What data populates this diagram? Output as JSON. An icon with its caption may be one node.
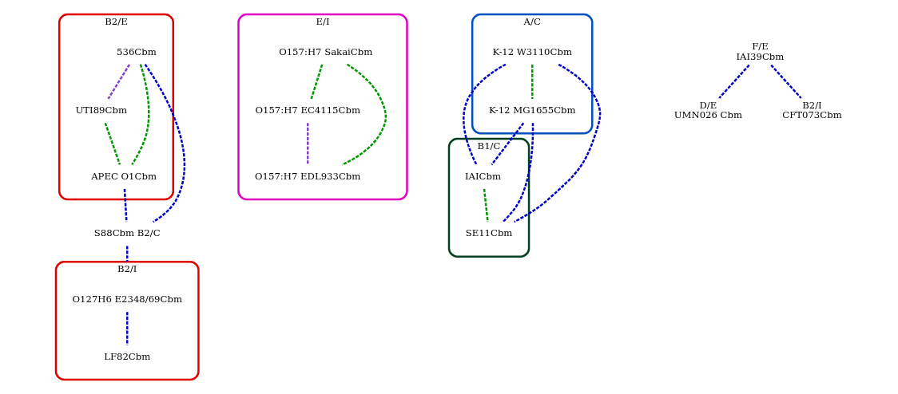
{
  "diagram": {
    "nodes": [
      {
        "text": [
          "B2/E"
        ]
      },
      {
        "text": [
          "536Cbm"
        ],
        "in": 0
      },
      {
        "text": [
          "UTI89Cbm"
        ],
        "in": 0
      },
      {
        "text": [
          "APEC O1Cbm"
        ],
        "in": 0
      },
      {
        "text": [
          "E/I"
        ]
      },
      {
        "text": [
          "O157:H7 SakaiCbm"
        ],
        "in": 4
      },
      {
        "text": [
          "O157:H7 EC4115Cbm"
        ],
        "in": 4
      },
      {
        "text": [
          "O157:H7 EDL933Cbm"
        ],
        "in": 4
      },
      {
        "text": [
          "S88Cbm B2/C"
        ]
      },
      {
        "text": [
          "B2/I"
        ]
      },
      {
        "text": [
          "O127H6 E2348/69Cbm"
        ],
        "in": 9
      },
      {
        "text": [
          "LF82Cbm"
        ],
        "in": 9
      },
      {
        "text": [
          "A/C"
        ]
      },
      {
        "text": [
          "K-12 W3110Cbm"
        ],
        "in": 12
      },
      {
        "text": [
          "K-12 MG1655Cbm"
        ],
        "in": 12
      },
      {
        "text": [
          "B1/C"
        ]
      },
      {
        "text": [
          "IAICbm"
        ],
        "in": 15
      },
      {
        "text": [
          "SE11Cbm"
        ],
        "in": 15
      },
      {
        "text": [
          "F/E",
          "IAI39Cbm"
        ]
      },
      {
        "text": [
          "D/E",
          "UMN026 Cbm"
        ]
      },
      {
        "text": [
          "B2/I",
          "CFT073Cbm"
        ]
      }
    ],
    "edges": [
      {
        "from": 1,
        "to": 2,
        "arrow": "none",
        "style": "dashed",
        "color": "#8040c8"
      },
      {
        "from": 1,
        "to": 3,
        "arrow": "none",
        "style": "dashed",
        "color": "#009900"
      },
      {
        "from": 2,
        "to": 3,
        "arrow": "none",
        "style": "dashed",
        "color": "#009900"
      },
      {
        "from": 1,
        "to": 8,
        "arrow": "none",
        "style": "dashed"
      },
      {
        "from": 3,
        "to": 8,
        "arrow": "none",
        "style": "dashed"
      },
      {
        "from": 8,
        "to": 9,
        "arrow": "none",
        "style": "dashed"
      },
      {
        "from": 10,
        "to": 11,
        "arrow": "none",
        "style": "dashed"
      },
      {
        "from": 5,
        "to": 6,
        "arrow": "none",
        "style": "dashed",
        "color": "#009900"
      },
      {
        "from": 5,
        "to": 7,
        "arrow": "none",
        "style": "dashed",
        "color": "#009900"
      },
      {
        "from": 6,
        "to": 7,
        "arrow": "none",
        "style": "dashed",
        "color": "#8040c8"
      },
      {
        "from": 13,
        "to": 14,
        "arrow": "none",
        "style": "dashed",
        "color": "#009900"
      },
      {
        "from": 16,
        "to": 17,
        "arrow": "none",
        "style": "dashed",
        "color": "#009900"
      },
      {
        "from": 13,
        "to": 16,
        "arrow": "none",
        "style": "dashed"
      },
      {
        "from": 14,
        "to": 17,
        "arrow": "none",
        "style": "dashed"
      },
      {
        "from": 13,
        "to": 17,
        "arrow": "none",
        "style": "dashed"
      },
      {
        "from": 14,
        "to": 16,
        "arrow": "none",
        "style": "dashed"
      },
      {
        "from": 18,
        "to": 19,
        "arrow": "none",
        "style": "dashed"
      },
      {
        "from": 18,
        "to": 20,
        "arrow": "none",
        "style": "dashed"
      }
    ]
  }
}
